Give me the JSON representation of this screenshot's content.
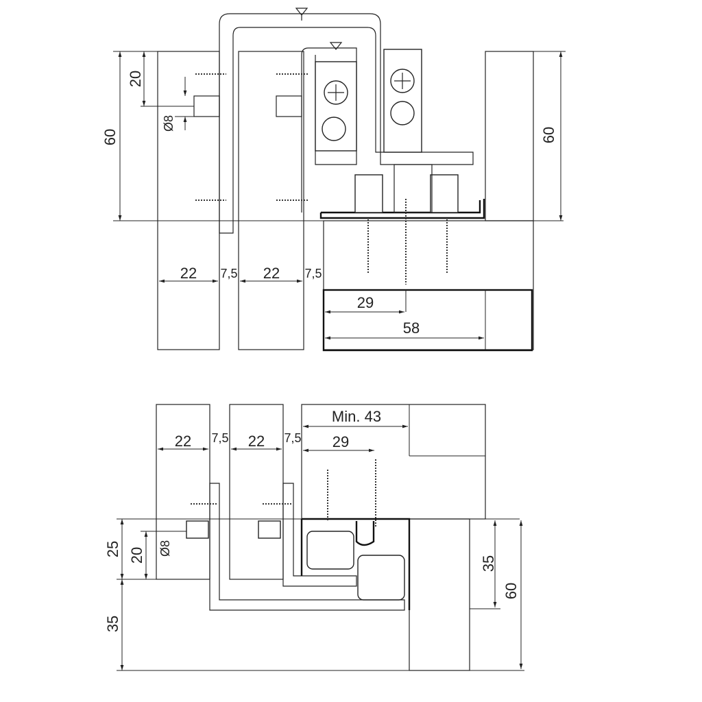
{
  "top_view": {
    "dim_height_left": "60",
    "dim_hole_offset": "20",
    "dim_hole_diameter": "Ø8",
    "dim_height_right": "60",
    "dim_panel1_width": "22",
    "dim_gap1": "7,5",
    "dim_panel2_width": "22",
    "dim_gap2": "7,5",
    "dim_center": "29",
    "dim_track_width": "58"
  },
  "bottom_view": {
    "dim_min_width": "Min. 43",
    "dim_panel1_width": "22",
    "dim_gap1": "7,5",
    "dim_panel2_width": "22",
    "dim_gap2": "7,5",
    "dim_center": "29",
    "dim_height_25": "25",
    "dim_hole_offset": "20",
    "dim_hole_diameter": "Ø8",
    "dim_lower_35": "35",
    "dim_right_35": "35",
    "dim_right_60": "60"
  }
}
